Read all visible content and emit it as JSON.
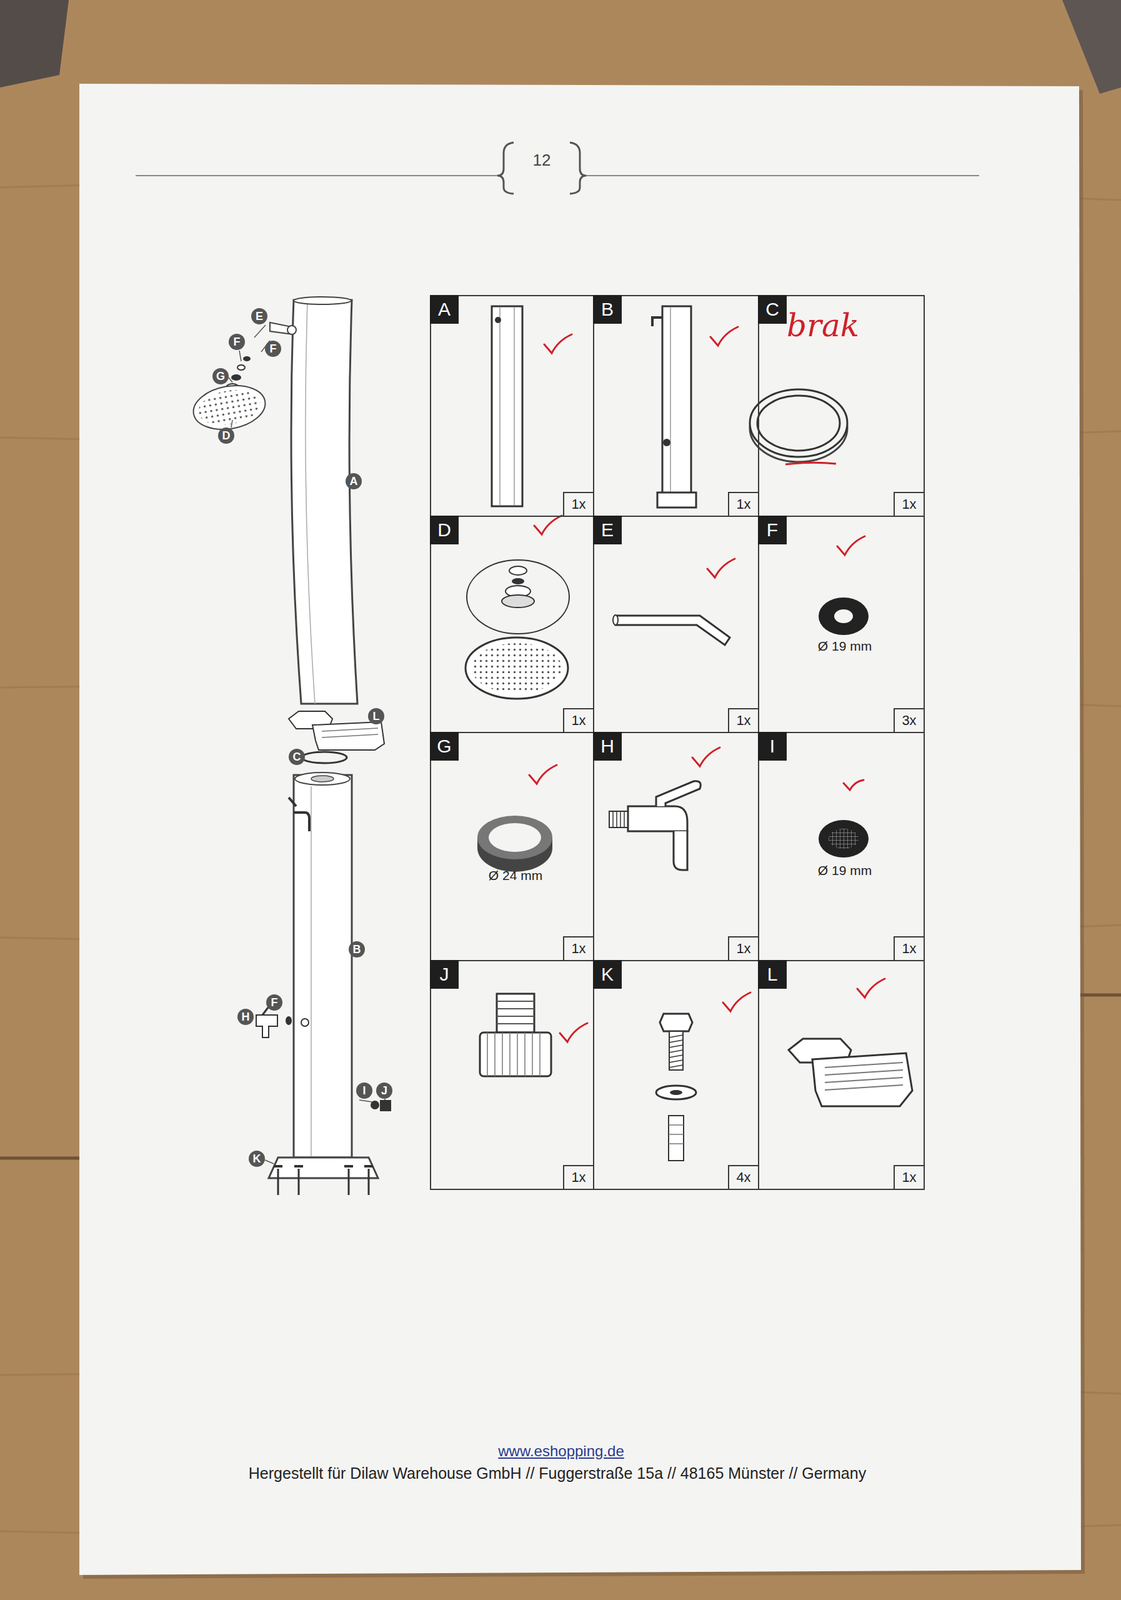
{
  "diagram": {
    "nodes": [
      {
        "text": [
          "A",
          "1x"
        ]
      },
      {
        "text": [
          "B",
          "1x"
        ]
      },
      {
        "text": [
          "C",
          "brak",
          "1x"
        ]
      },
      {
        "text": [
          "D",
          "1x"
        ]
      },
      {
        "text": [
          "E",
          "1x"
        ]
      },
      {
        "text": [
          "F",
          "Ø 19 mm",
          "3x"
        ]
      },
      {
        "text": [
          "G",
          "Ø 24 mm",
          "1x"
        ]
      },
      {
        "text": [
          "H",
          "1x"
        ]
      },
      {
        "text": [
          "I",
          "Ø 19 mm",
          "1x"
        ]
      },
      {
        "text": [
          "J",
          "1x"
        ]
      },
      {
        "text": [
          "K",
          "4x"
        ]
      },
      {
        "text": [
          "L",
          "1x"
        ]
      }
    ],
    "labels": [
      "12",
      "E",
      "F",
      "F",
      "G",
      "D",
      "A",
      "L",
      "C",
      "B",
      "F",
      "H",
      "I",
      "J",
      "K",
      "www.eshopping.de",
      "Hergestellt für Dilaw Warehouse GmbH // Fuggerstraße 15a // 48165 Münster // Germany"
    ]
  }
}
